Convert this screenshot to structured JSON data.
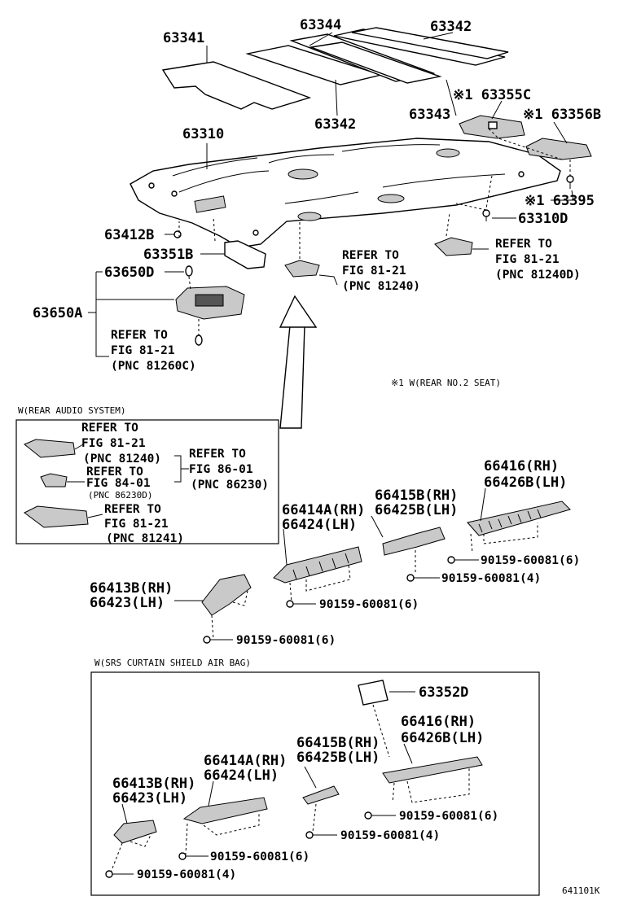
{
  "labels": {
    "p63341": "63341",
    "p63344": "63344",
    "p63342_top": "63342",
    "p63342_mid": "63342",
    "p63355c": "※1 63355C",
    "p63343": "63343",
    "p63356b": "※1 63356B",
    "p63310": "63310",
    "p63395": "※1 63395",
    "p63310d": "63310D",
    "p63412b": "63412B",
    "p63351b": "63351B",
    "p63650d": "63650D",
    "p63650a": "63650A",
    "p66416_rh": "66416(RH)",
    "p66426b_lh": "66426B(LH)",
    "p66415b_rh": "66415B(RH)",
    "p66425b_lh": "66425B(LH)",
    "p66414a_rh": "66414A(RH)",
    "p66424_lh": "66424(LH)",
    "p66413b_rh": "66413B(RH)",
    "p66423_lh": "66423(LH)",
    "bolt_a": "90159-60081(6)",
    "bolt_b": "90159-60081(4)",
    "bolt_c": "90159-60081(6)",
    "bolt_d": "90159-60081(6)",
    "s_p63352d": "63352D",
    "s_p66416_rh": "66416(RH)",
    "s_p66426b_lh": "66426B(LH)",
    "s_p66415b_rh": "66415B(RH)",
    "s_p66425b_lh": "66425B(LH)",
    "s_p66414a_rh": "66414A(RH)",
    "s_p66424_lh": "66424(LH)",
    "s_p66413b_rh": "66413B(RH)",
    "s_p66423_lh": "66423(LH)",
    "s_bolt_a": "90159-60081(6)",
    "s_bolt_b": "90159-60081(4)",
    "s_bolt_c": "90159-60081(6)",
    "s_bolt_d": "90159-60081(4)"
  },
  "references": {
    "refer_to": "REFER TO",
    "fig_81_21": "FIG 81-21",
    "fig_84_01": "FIG 84-01",
    "fig_86_01": "FIG 86-01",
    "pnc_81240": "(PNC 81240)",
    "pnc_81240d": "(PNC 81240D)",
    "pnc_81260c": "(PNC 81260C)",
    "pnc_81241": "(PNC 81241)",
    "pnc_86230": "(PNC 86230)",
    "pnc_86230d": "(PNC 86230D)"
  },
  "notes": {
    "footnote": "※1 W(REAR NO.2 SEAT)",
    "rear_audio_title": "W(REAR AUDIO SYSTEM)",
    "srs_title": "W(SRS CURTAIN SHIELD AIR BAG)",
    "figure_code": "641101K"
  }
}
